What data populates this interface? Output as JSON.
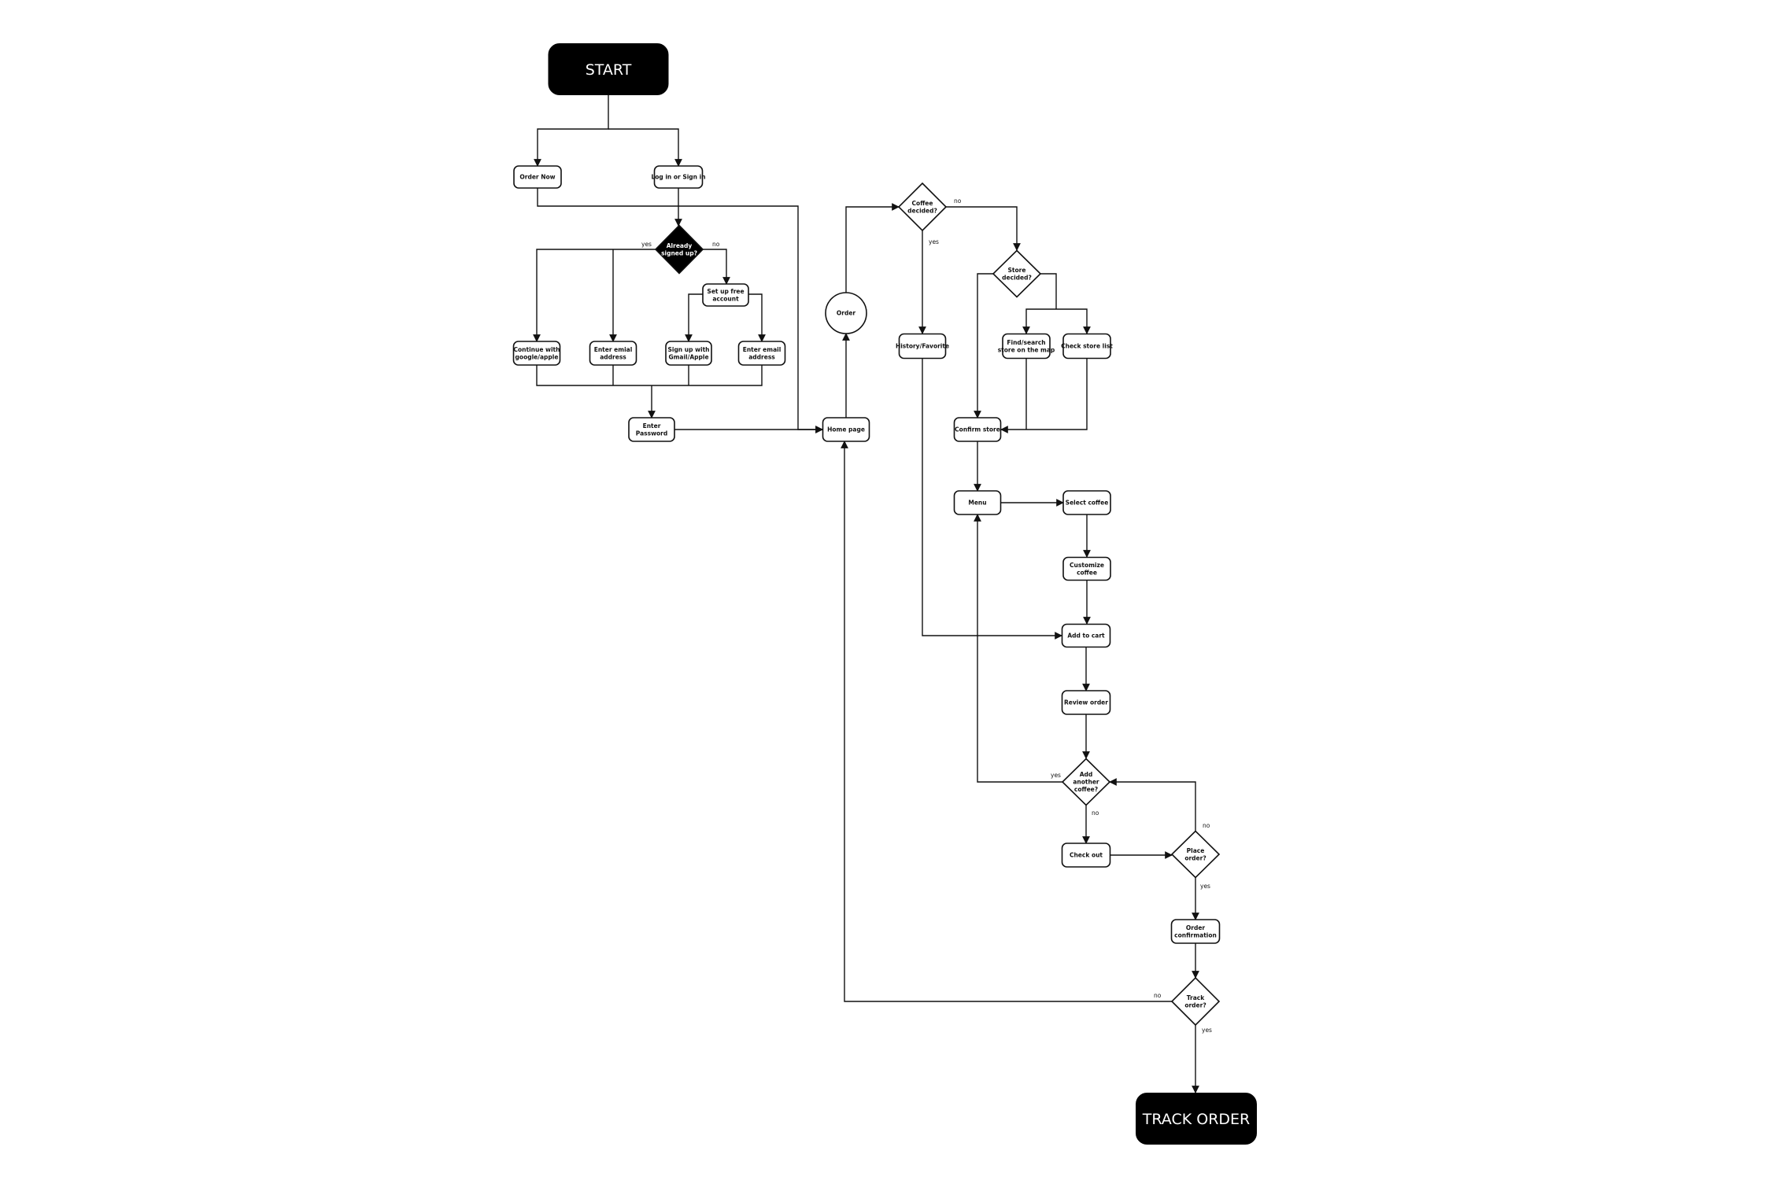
{
  "title": "Coffee ordering app user flow",
  "colors": {
    "background": "#ffffff",
    "stroke": "#111111",
    "terminal_fill": "#000000",
    "terminal_text": "#ffffff"
  },
  "nodes": {
    "start": "START",
    "order_now": "Order Now",
    "log_in": "Log in or Sign in",
    "already_signed_up": [
      "Already",
      "signed up?"
    ],
    "set_up_account": [
      "Set up free",
      "account"
    ],
    "continue_with": [
      "Continue with",
      "google/apple"
    ],
    "enter_emial": [
      "Enter emial",
      "address"
    ],
    "sign_up_with": [
      "Sign up with",
      "Gmail/Apple"
    ],
    "enter_email": [
      "Enter email",
      "address"
    ],
    "enter_password": [
      "Enter",
      "Password"
    ],
    "home_page": "Home page",
    "order": "Order",
    "coffee_decided": [
      "Coffee",
      "decided?"
    ],
    "history_favorite": "History/Favorite",
    "store_decided": [
      "Store",
      "decided?"
    ],
    "find_search": [
      "Find/search",
      "store on the map"
    ],
    "check_store_list": "Check store list",
    "confirm_store": "Confirm store",
    "menu": "Menu",
    "select_coffee": "Select coffee",
    "customize_coffee": [
      "Customize",
      "coffee"
    ],
    "add_to_cart": "Add to cart",
    "review_order": "Review order",
    "add_another": [
      "Add",
      "another",
      "coffee?"
    ],
    "check_out": "Check out",
    "place_order": [
      "Place",
      "order?"
    ],
    "order_confirmation": [
      "Order",
      "confirmation"
    ],
    "track_order_q": [
      "Track",
      "order?"
    ],
    "track_order": "TRACK ORDER"
  },
  "edge_labels": {
    "already_yes": "yes",
    "already_no": "no",
    "coffee_yes": "yes",
    "coffee_no": "no",
    "add_another_yes": "yes",
    "add_another_no": "no",
    "place_no": "no",
    "place_yes": "yes",
    "track_no": "no",
    "track_yes": "yes"
  }
}
